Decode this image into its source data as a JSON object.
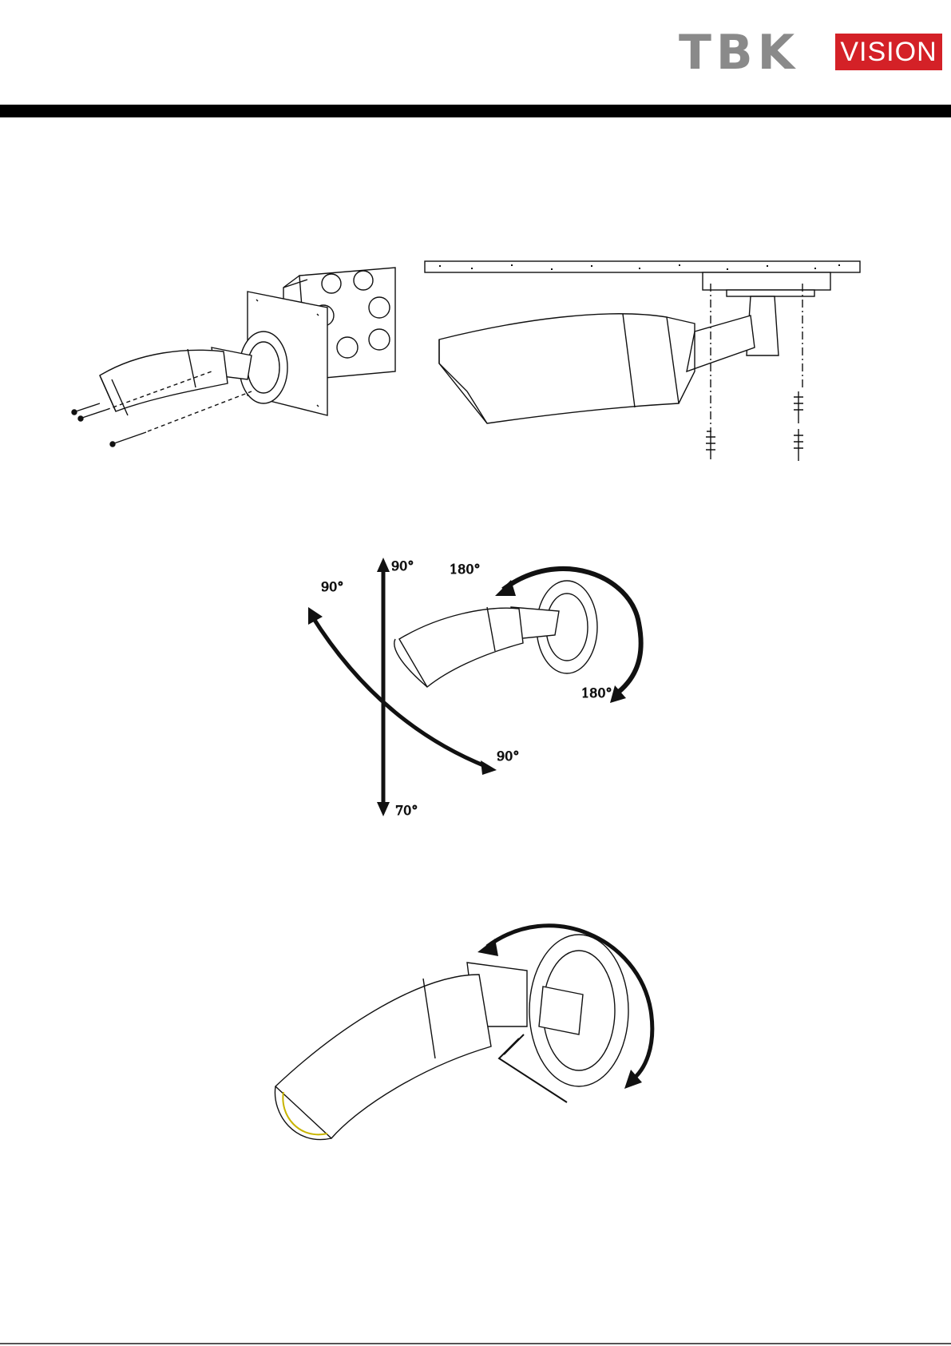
{
  "header": {
    "logo_tbk": "TBK",
    "logo_vision": "VISION",
    "colors": {
      "tbk_gray": "#8a8a8a",
      "vision_red": "#d42127",
      "rule": "#000000"
    }
  },
  "figures": {
    "junction_box_mount": {
      "icon": "camera-junction-box-exploded-icon"
    },
    "ceiling_mount": {
      "icon": "camera-ceiling-mount-icon"
    },
    "adjustment": {
      "icon": "camera-adjustment-icon",
      "labels": {
        "pan_top": "180°",
        "pan_bottom": "180°",
        "tilt_up": "90°",
        "tilt_down": "70°",
        "rotate_left": "90°",
        "rotate_right": "90°"
      }
    },
    "hex_key_lock": {
      "icon": "camera-hex-key-lock-icon"
    }
  }
}
